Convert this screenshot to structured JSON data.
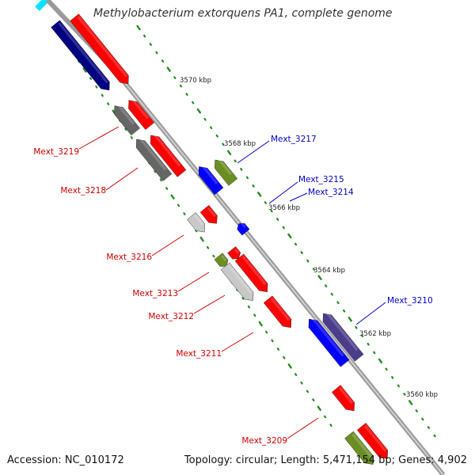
{
  "title": "Methylobacterium extorquens PA1, complete genome",
  "footer": {
    "accession": "Accession: NC_010172",
    "summary": "Topology: circular; Length: 5,471,154 bp; Genes: 4,902"
  },
  "scale_labels": [
    "3570 kbp",
    "3568 kbp",
    "3566 kbp",
    "3564 kbp",
    "3562 kbp",
    "3560 kbp"
  ],
  "gene_labels": {
    "forward": [
      "Mext_3217",
      "Mext_3215",
      "Mext_3214",
      "Mext_3210"
    ],
    "reverse": [
      "Mext_3219",
      "Mext_3218",
      "Mext_3216",
      "Mext_3213",
      "Mext_3212",
      "Mext_3211",
      "Mext_3209"
    ]
  },
  "colors": {
    "forward_label": "#0000cc",
    "reverse_label": "#cc0000",
    "gene_red": "#ff0000",
    "gene_blue": "#0000ff",
    "gene_navy": "#000080",
    "gene_indigo": "#4b3c8c",
    "gene_olive": "#6b8e23",
    "gene_gray": "#666666",
    "gene_lightgray": "#c8c8c8",
    "backbone": "#888888",
    "tick_green": "#228b22"
  }
}
